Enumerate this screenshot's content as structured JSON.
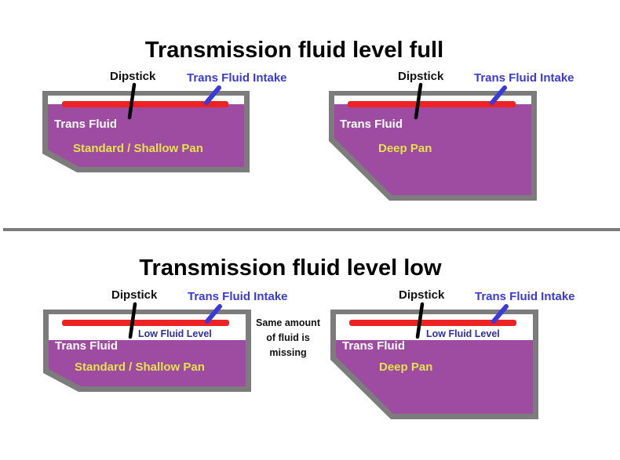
{
  "titles": {
    "full": "Transmission fluid level full",
    "low": "Transmission fluid level low"
  },
  "labels": {
    "dipstick": "Dipstick",
    "intake": "Trans Fluid Intake",
    "fluid": "Trans Fluid",
    "shallow_pan": "Standard / Shallow Pan",
    "deep_pan": "Deep Pan",
    "low_level": "Low Fluid Level"
  },
  "note": {
    "line1": "Same amount",
    "line2": "of fluid is",
    "line3": "missing"
  },
  "colors": {
    "fluid": "#9e4ba2",
    "pan_outline": "#7c7c7c",
    "fluid_line": "#ee2222",
    "intake": "#3a3ad8",
    "dipstick": "#000000",
    "pan_label": "#e6e24a",
    "low_label": "#2e2ea6"
  }
}
